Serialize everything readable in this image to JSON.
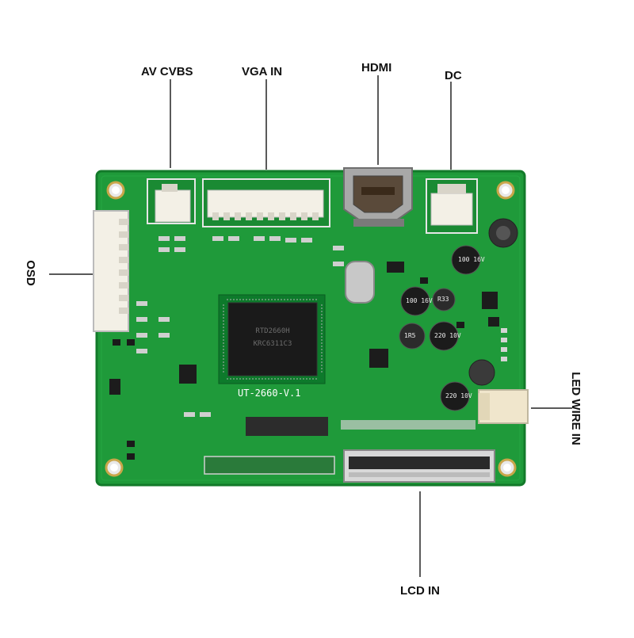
{
  "labels": {
    "av_cvbs": "AV CVBS",
    "vga_in": "VGA IN",
    "hdmi": "HDMI",
    "dc": "DC",
    "osd": "OSD",
    "led_wire_in": "LED WIRE IN",
    "lcd_in": "LCD IN"
  },
  "board": {
    "model": "UT-2660-V.1",
    "chip_text_1": "RTD2660H",
    "chip_text_2": "KRC6311C3",
    "cap_1": "100 16V",
    "cap_2": "220 10V",
    "cap_3": "220 10V",
    "cap_4": "R33",
    "cap_5": "1R5",
    "cap_6": "100 16V",
    "pcb_color": "#1f9a3a",
    "pcb_edge": "#137a2a"
  }
}
